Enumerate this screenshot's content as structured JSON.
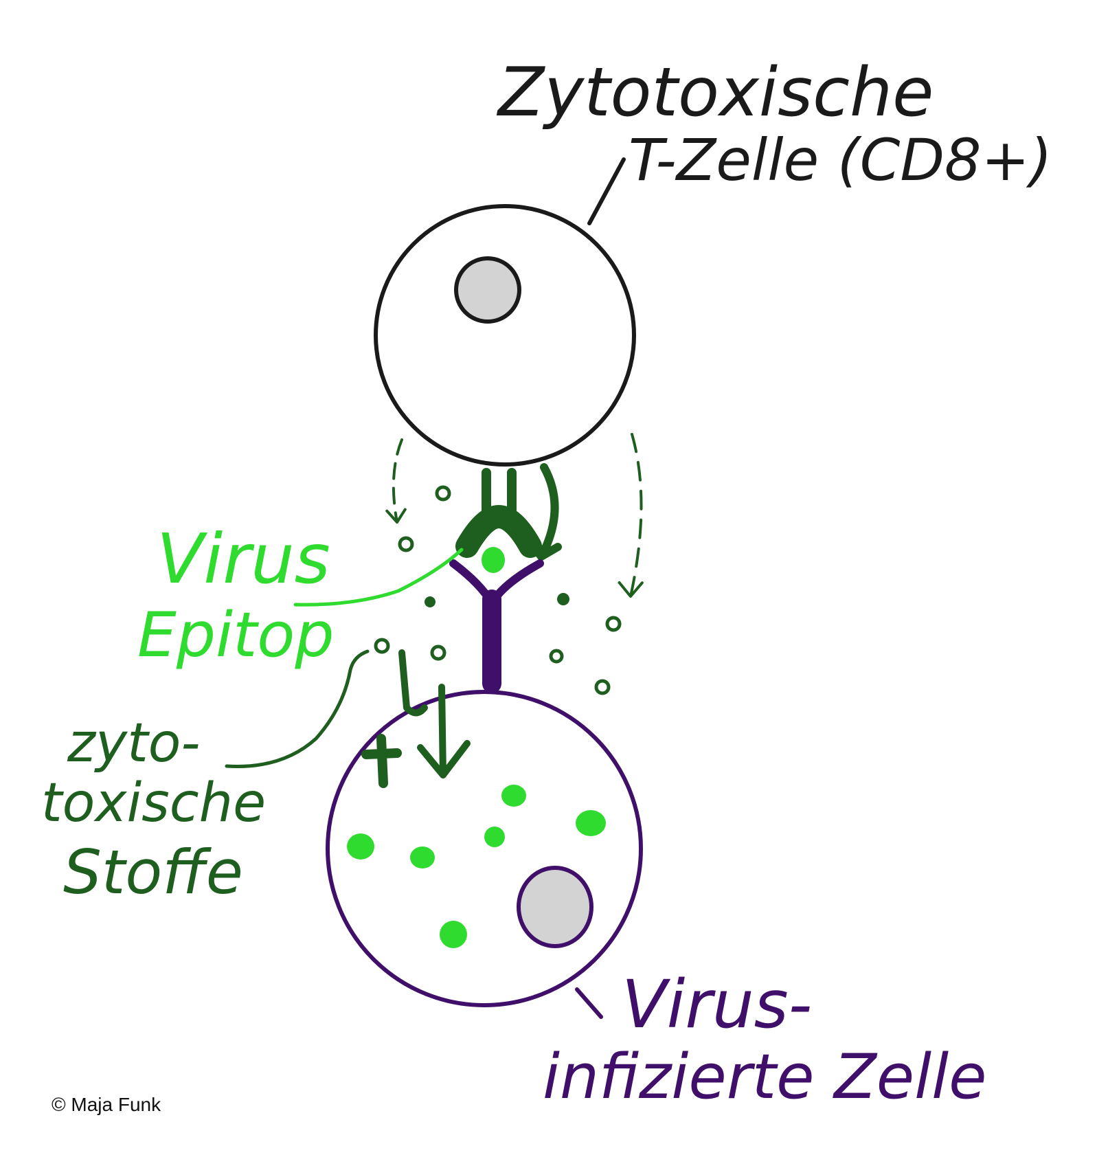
{
  "colors": {
    "black": "#1a1a1a",
    "purple": "#3f0f6a",
    "dark_green": "#1e5e1e",
    "bright_green": "#2fdb2f",
    "nucleus_gray": "#d3d3d3"
  },
  "labels": {
    "t_cell_line1": "Zytotoxische",
    "t_cell_line2": "T-Zelle (CD8+)",
    "virus_epitop_line1": "Virus",
    "virus_epitop_line2": "Epitop",
    "cyto_line1": "zyto-",
    "cyto_line2": "toxische",
    "cyto_line3": "Stoffe",
    "infected_line1": "Virus-",
    "infected_line2": "infizierte Zelle"
  },
  "credit": "© Maja Funk"
}
